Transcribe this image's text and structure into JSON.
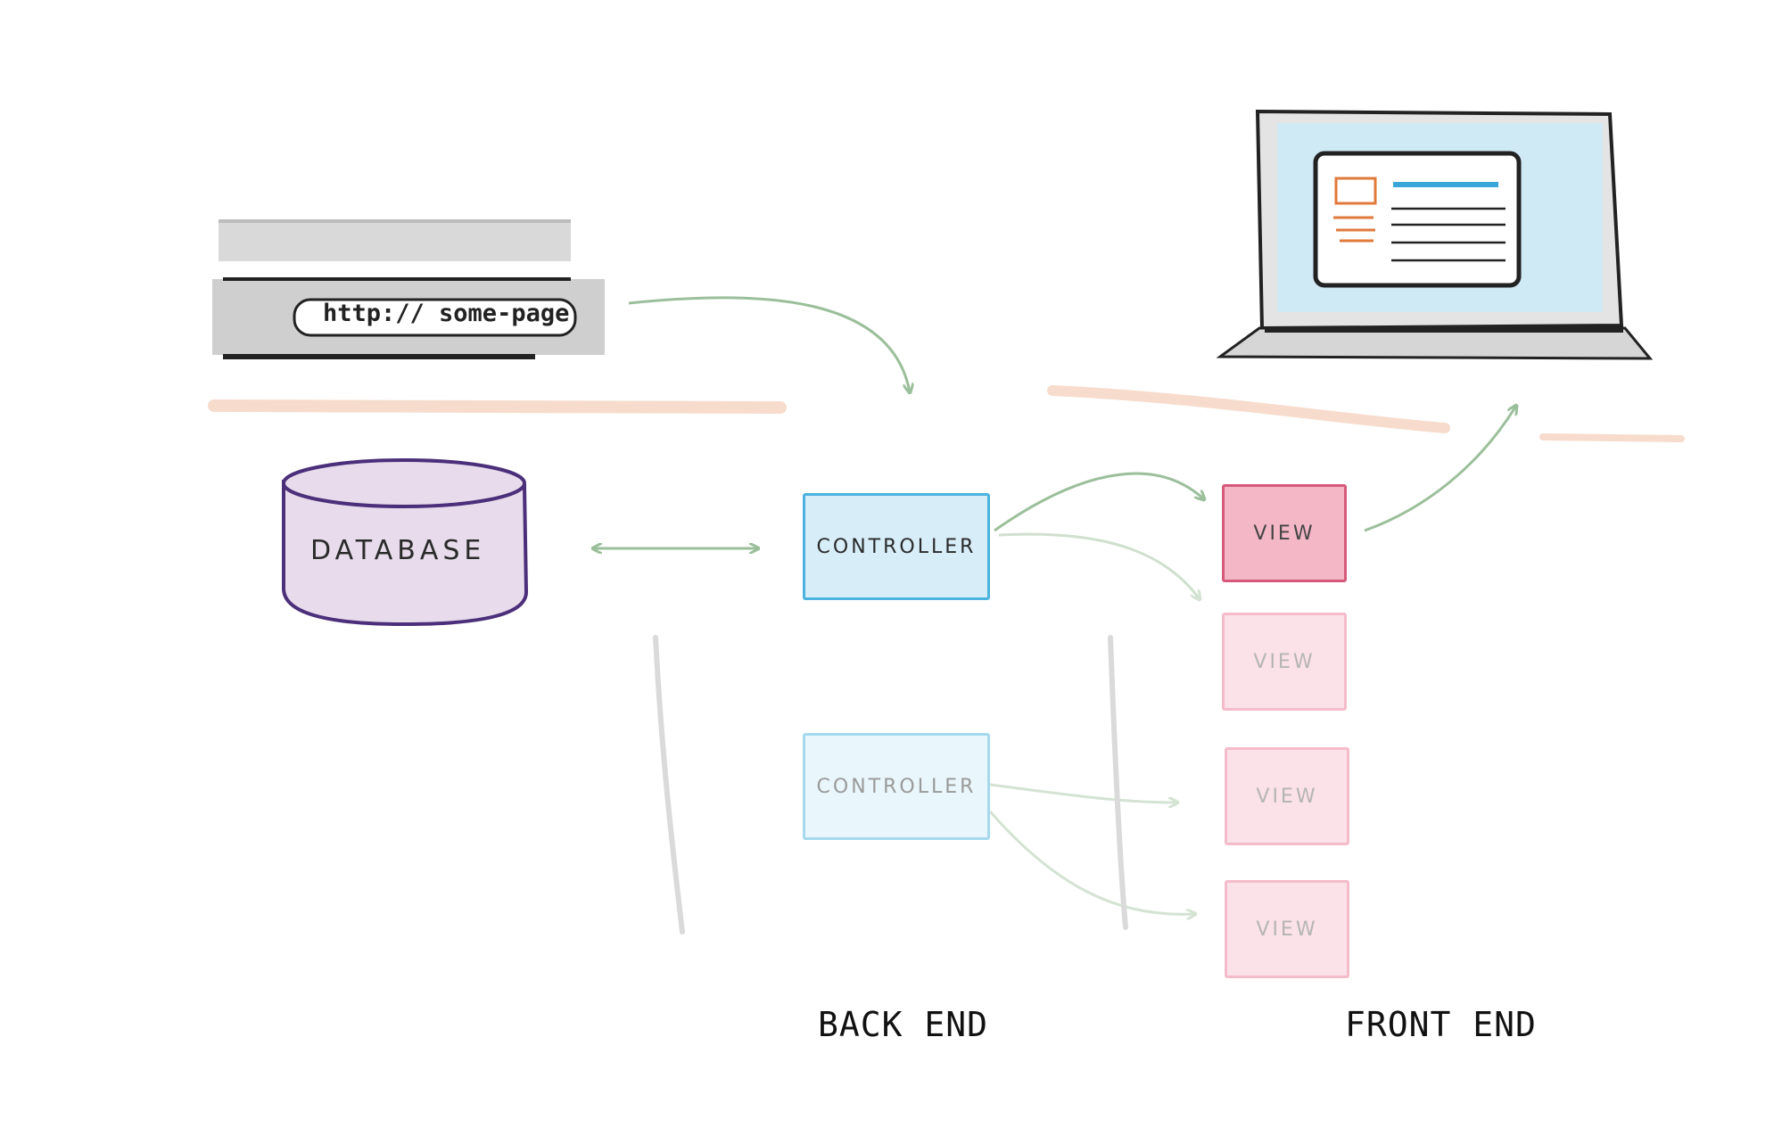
{
  "browser": {
    "url": "http:// some-page"
  },
  "nodes": {
    "database": "DATABASE",
    "controller_active": "CONTROLLER",
    "controller_faded": "CONTROLLER",
    "view_active": "VIEW",
    "view_faded_1": "VIEW",
    "view_faded_2": "VIEW",
    "view_faded_3": "VIEW"
  },
  "sections": {
    "back_end": "BACK END",
    "front_end": "FRONT END"
  },
  "colors": {
    "controller_border": "#4bb3de",
    "controller_fill": "#d7eef8",
    "view_border": "#d7597a",
    "view_fill": "#f3b7c6",
    "database_border": "#4b2f7a",
    "database_fill": "#e8dcec",
    "arrow": "#9bbf9a",
    "laptop_screen": "#cfe9f5",
    "accent_orange": "#e07a3b",
    "accent_blue": "#3aa6d8"
  }
}
